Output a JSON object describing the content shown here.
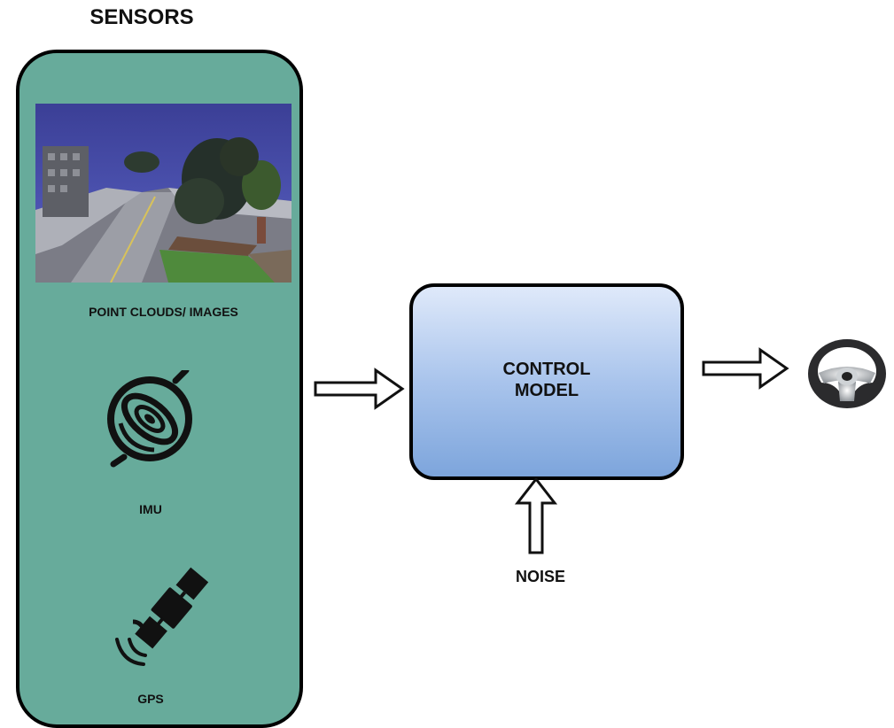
{
  "title": "SENSORS",
  "sensors": {
    "point_clouds_label": "POINT CLOUDS/ IMAGES",
    "imu_label": "IMU",
    "gps_label": "GPS"
  },
  "control": {
    "line1": "CONTROL",
    "line2": "MODEL"
  },
  "noise_label": "NOISE",
  "colors": {
    "sensor_panel": "#67ab9b",
    "control_top": "#dfe9fa",
    "control_bottom": "#7da5dc",
    "outline": "#000000"
  },
  "icons": [
    "imu-gyroscope-icon",
    "gps-satellite-icon",
    "steering-wheel-icon"
  ]
}
